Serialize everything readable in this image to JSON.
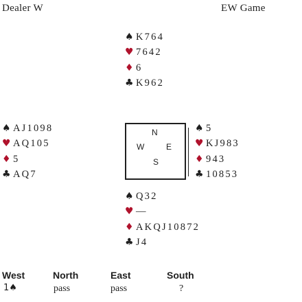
{
  "header": {
    "dealer": "Dealer W",
    "game": "EW Game"
  },
  "north": {
    "spades": "K764",
    "hearts": "7642",
    "diamonds": "6",
    "clubs": "K962"
  },
  "west": {
    "spades": "AJ1098",
    "hearts": "AQ105",
    "diamonds": "5",
    "clubs": "AQ7"
  },
  "east": {
    "spades": "5",
    "hearts": "KJ983",
    "diamonds": "943",
    "clubs": "10853"
  },
  "south": {
    "spades": "Q32",
    "hearts": "—",
    "diamonds": "AKQJ10872",
    "clubs": "J4"
  },
  "compass": {
    "n": "N",
    "w": "W",
    "e": "E",
    "s": "S"
  },
  "bidding": {
    "headers": [
      "West",
      "North",
      "East",
      "South"
    ],
    "row1": [
      "1♠",
      "pass",
      "pass",
      "?"
    ]
  },
  "suit_symbols": {
    "spades": "♠",
    "hearts": "♥",
    "diamonds": "♦",
    "clubs": "♣"
  },
  "colors": {
    "red_suits": "#b0122c",
    "black_suits": "#1f1f1f"
  }
}
